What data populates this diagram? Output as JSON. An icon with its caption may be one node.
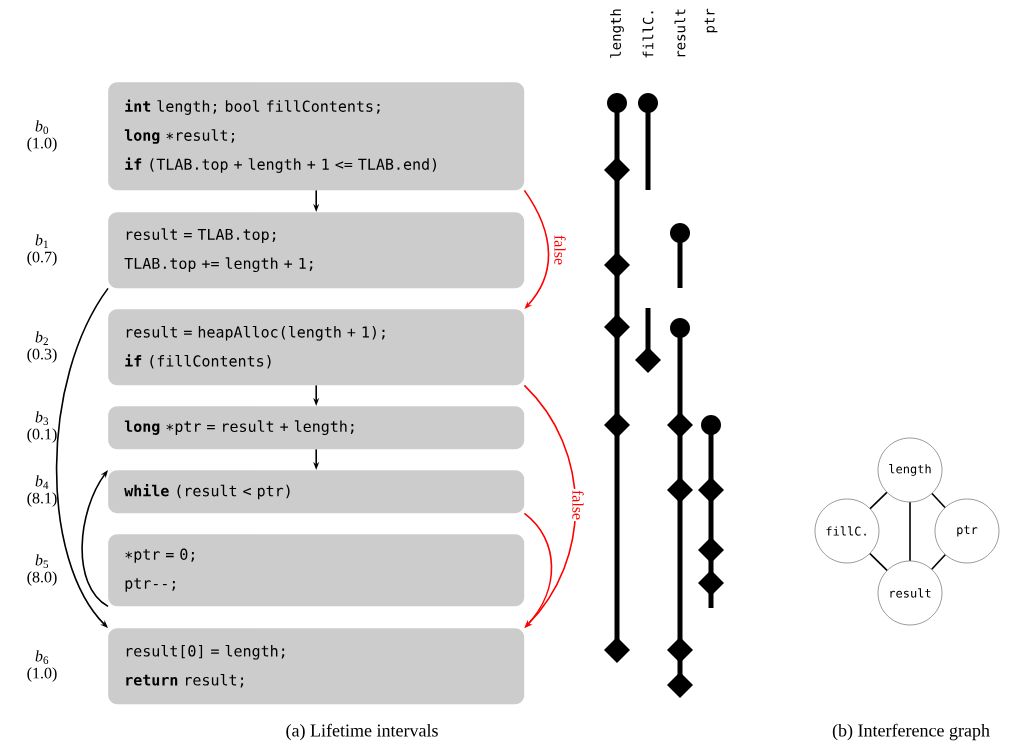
{
  "diagram": {
    "nodes": [
      {
        "text": [
          "**int** length; bool fillContents;",
          "**long** ∗result;",
          "**if** (TLAB.top + length + 1 <= TLAB.end)"
        ],
        "beside": [
          "*b*$_{0}$",
          "(1.0)"
        ]
      },
      {
        "text": [
          "result = TLAB.top;",
          "TLAB.top += length + 1;"
        ],
        "beside": [
          "*b*$_{1}$",
          "(0.7)"
        ]
      },
      {
        "text": [
          "result = heapAlloc(length + 1);",
          "**if** (fillContents)"
        ],
        "beside": [
          "*b*$_{2}$",
          "(0.3)"
        ]
      },
      {
        "text": [
          "**long** ∗ptr = result + length;"
        ],
        "beside": [
          "*b*$_{3}$",
          "(0.1)"
        ]
      },
      {
        "text": [
          "**while** (result < ptr)"
        ],
        "beside": [
          "*b*$_{4}$",
          "(8.1)"
        ]
      },
      {
        "text": [
          "∗ptr = 0;",
          "ptr--;"
        ],
        "beside": [
          "*b*$_{5}$",
          "(8.0)"
        ]
      },
      {
        "text": [
          "result[0] = length;",
          "**return** result;"
        ],
        "beside": [
          "*b*$_{6}$",
          "(1.0)"
        ]
      },
      {
        "text": [
          "length"
        ]
      },
      {
        "text": [
          "fillC."
        ]
      },
      {
        "text": [
          "ptr"
        ]
      },
      {
        "text": [
          "result"
        ]
      }
    ],
    "edges": [
      {
        "from": 0,
        "to": 1,
        "arrow": "to"
      },
      {
        "from": 0,
        "to": 2,
        "arrow": "to",
        "label": "false",
        "color": "#ff0000"
      },
      {
        "from": 1,
        "to": 6,
        "arrow": "to"
      },
      {
        "from": 2,
        "to": 3,
        "arrow": "to"
      },
      {
        "from": 3,
        "to": 4,
        "arrow": "to"
      },
      {
        "from": 5,
        "to": 4,
        "arrow": "to"
      },
      {
        "from": 2,
        "to": 6,
        "arrow": "to",
        "label": "false",
        "color": "#ff0000"
      },
      {
        "from": 4,
        "to": 6,
        "arrow": "to",
        "color": "#ff0000"
      },
      {
        "from": 7,
        "to": 8,
        "arrow": "none"
      },
      {
        "from": 7,
        "to": 10,
        "arrow": "none"
      },
      {
        "from": 7,
        "to": 9,
        "arrow": "none"
      },
      {
        "from": 8,
        "to": 10,
        "arrow": "none"
      },
      {
        "from": 9,
        "to": 10,
        "arrow": "none"
      }
    ],
    "labels": [
      "length",
      "fillC.",
      "result",
      "ptr",
      "(a) Lifetime intervals",
      "(b) Interference graph"
    ]
  }
}
